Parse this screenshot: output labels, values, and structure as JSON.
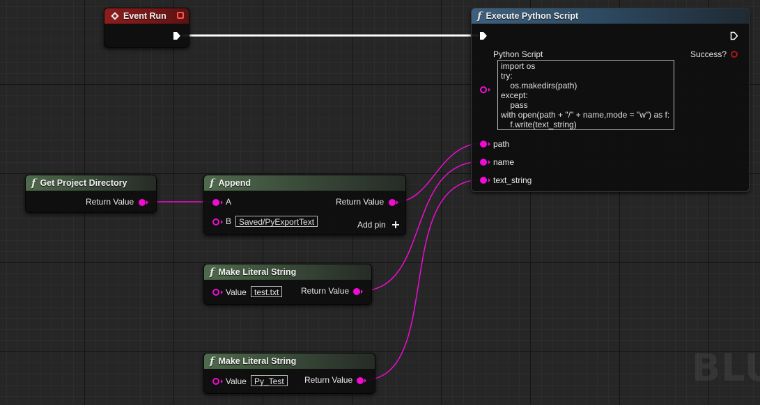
{
  "watermark": "BLU",
  "colors": {
    "string_pin": "#f20bd2",
    "boolean_pin": "#b31515",
    "exec_wire": "#ffffff",
    "function_header": "#4f6a4c",
    "python_header": "#3e607e",
    "event_header": "#8c1d1d"
  },
  "event_node": {
    "title": "Event Run",
    "icon": "diamond-event-icon"
  },
  "python_node": {
    "title": "Execute Python Script",
    "icon": "function-icon",
    "script_label": "Python Script",
    "script_code": "import os\ntry:\n    os.makedirs(path)\nexcept:\n    pass\nwith open(path + \"/\" + name,mode = \"w\") as f:\n    f.write(text_string)",
    "success_label": "Success?",
    "inputs": {
      "path": "path",
      "name": "name",
      "text_string": "text_string"
    }
  },
  "get_dir_node": {
    "title": "Get Project Directory",
    "output_label": "Return Value"
  },
  "append_node": {
    "title": "Append",
    "input_a": "A",
    "input_b": "B",
    "input_b_value": "Saved/PyExportText",
    "output_label": "Return Value",
    "add_pin_label": "Add pin"
  },
  "literal_node_1": {
    "title": "Make Literal String",
    "input_label": "Value",
    "value": "test.txt",
    "output_label": "Return Value"
  },
  "literal_node_2": {
    "title": "Make Literal String",
    "input_label": "Value",
    "value": "Py_Test",
    "output_label": "Return Value"
  }
}
